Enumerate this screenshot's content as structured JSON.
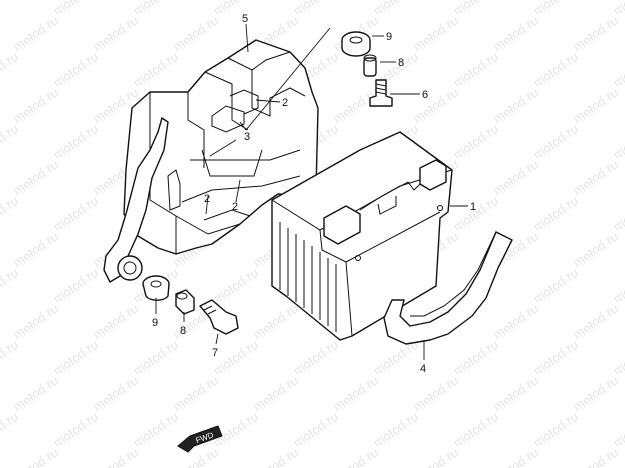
{
  "watermark": "motod.ru",
  "callouts": [
    {
      "id": "c1",
      "label": "1"
    },
    {
      "id": "c2a",
      "label": "2"
    },
    {
      "id": "c2b",
      "label": "2"
    },
    {
      "id": "c2c",
      "label": "2"
    },
    {
      "id": "c3",
      "label": "3"
    },
    {
      "id": "c4",
      "label": "4"
    },
    {
      "id": "c5",
      "label": "5"
    },
    {
      "id": "c6",
      "label": "6"
    },
    {
      "id": "c7",
      "label": "7"
    },
    {
      "id": "c8a",
      "label": "8"
    },
    {
      "id": "c8b",
      "label": "8"
    },
    {
      "id": "c9a",
      "label": "9"
    },
    {
      "id": "c9b",
      "label": "9"
    }
  ],
  "fwd_label": "FWD"
}
